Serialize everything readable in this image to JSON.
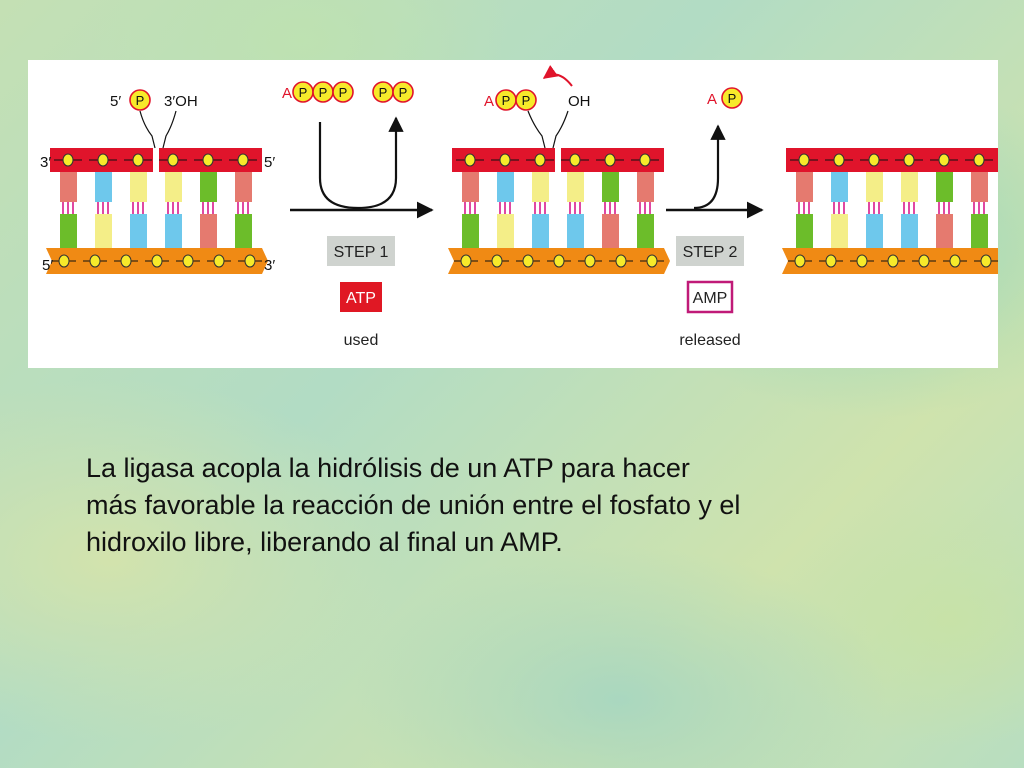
{
  "colors": {
    "backbone_top": "#e0142b",
    "backbone_bottom": "#f08a14",
    "phosphate": "#f7ea2a",
    "base_salmon": "#e57a6f",
    "base_blue": "#6ec8ec",
    "base_yellow": "#f4ee88",
    "base_green": "#6cbd2a",
    "hbond": "#d81a8a",
    "step_label_bg": "#cfd3cf",
    "atp_label_bg": "#e01824",
    "amp_label_border": "#c01a78"
  },
  "diagram": {
    "panel1": {
      "left_top_end": "3′",
      "right_top_end": "5′",
      "left_bottom_end": "5′",
      "right_bottom_end": "3′",
      "nick_phosphate_prefix": "5′",
      "nick_phosphate": "P",
      "nick_hydroxyl": "3′OH"
    },
    "step1": {
      "incoming_adenosine": "A",
      "incoming_phosphates": [
        "P",
        "P",
        "P"
      ],
      "released_phosphates": [
        "P",
        "P"
      ],
      "label": "STEP 1",
      "molecule": "ATP",
      "molecule_caption": "used"
    },
    "panel2": {
      "adenosine": "A",
      "phosphates": [
        "P",
        "P"
      ],
      "hydroxyl": "OH"
    },
    "step2": {
      "released_adenosine": "A",
      "released_phosphate": "P",
      "label": "STEP 2",
      "molecule": "AMP",
      "molecule_caption": "released"
    }
  },
  "caption": {
    "lines": [
      "La ligasa acopla la hidrólisis de un ATP para hacer",
      "más favorable la reacción de unión entre el fosfato y el",
      "hidroxilo libre, liberando al final un AMP."
    ]
  }
}
